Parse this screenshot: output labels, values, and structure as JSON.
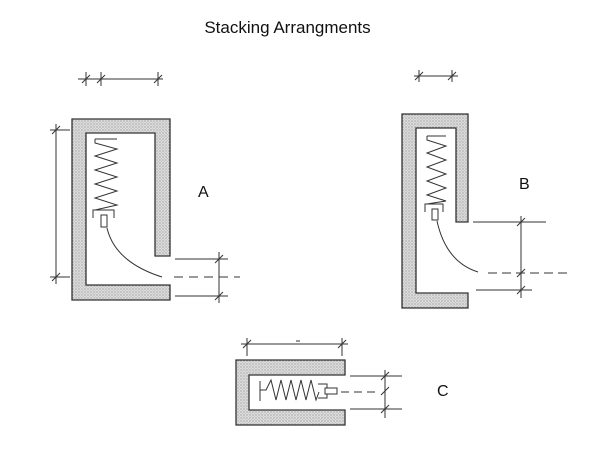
{
  "title": "Stacking Arrangments",
  "labels": {
    "a": "A",
    "b": "B",
    "c": "C"
  },
  "colors": {
    "ink": "#333333",
    "hatch_fill": "#d4d4d4"
  }
}
